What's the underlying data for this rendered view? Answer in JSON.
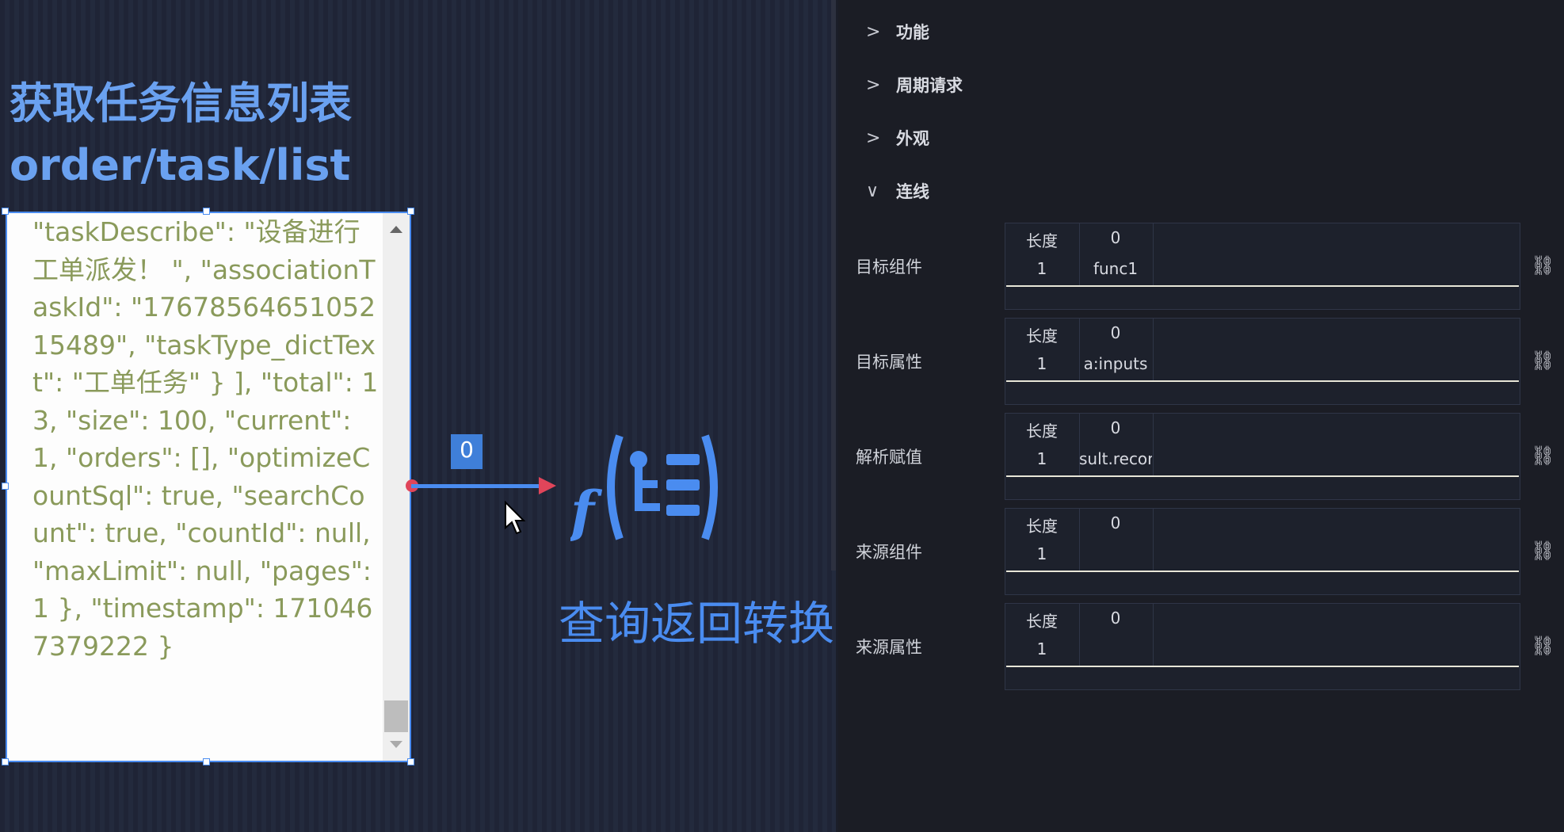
{
  "canvas": {
    "title_line1": "获取任务信息列表",
    "title_line2": "order/task/list",
    "textbox_content": "\"taskDescribe\": \"设备进行工单派发！ \", \"associationTaskId\": \"1767856465105215489\", \"taskType_dictText\": \"工单任务\" } ], \"total\": 13, \"size\": 100, \"current\": 1, \"orders\": [], \"optimizeCountSql\": true, \"searchCount\": true, \"countId\": null, \"maxLimit\": null, \"pages\": 1 }, \"timestamp\": 1710467379222 }",
    "connector_label": "0",
    "function_node_label": "查询返回转换",
    "function_icon": "function-icon"
  },
  "panel": {
    "sections": [
      {
        "label": "功能",
        "expanded": false
      },
      {
        "label": "周期请求",
        "expanded": false
      },
      {
        "label": "外观",
        "expanded": false
      },
      {
        "label": "连线",
        "expanded": true
      }
    ],
    "rows": [
      {
        "label": "目标组件",
        "col1_header": "长度",
        "col2_header": "0",
        "col1_value": "1",
        "col2_value": "func1"
      },
      {
        "label": "目标属性",
        "col1_header": "长度",
        "col2_header": "0",
        "col1_value": "1",
        "col2_value": "a:inputs"
      },
      {
        "label": "解析赋值",
        "col1_header": "长度",
        "col2_header": "0",
        "col1_value": "1",
        "col2_value": "sult.recor"
      },
      {
        "label": "来源组件",
        "col1_header": "长度",
        "col2_header": "0",
        "col1_value": "1",
        "col2_value": ""
      },
      {
        "label": "来源属性",
        "col1_header": "长度",
        "col2_header": "0",
        "col1_value": "1",
        "col2_value": ""
      }
    ],
    "link_icon": "link-icon"
  }
}
